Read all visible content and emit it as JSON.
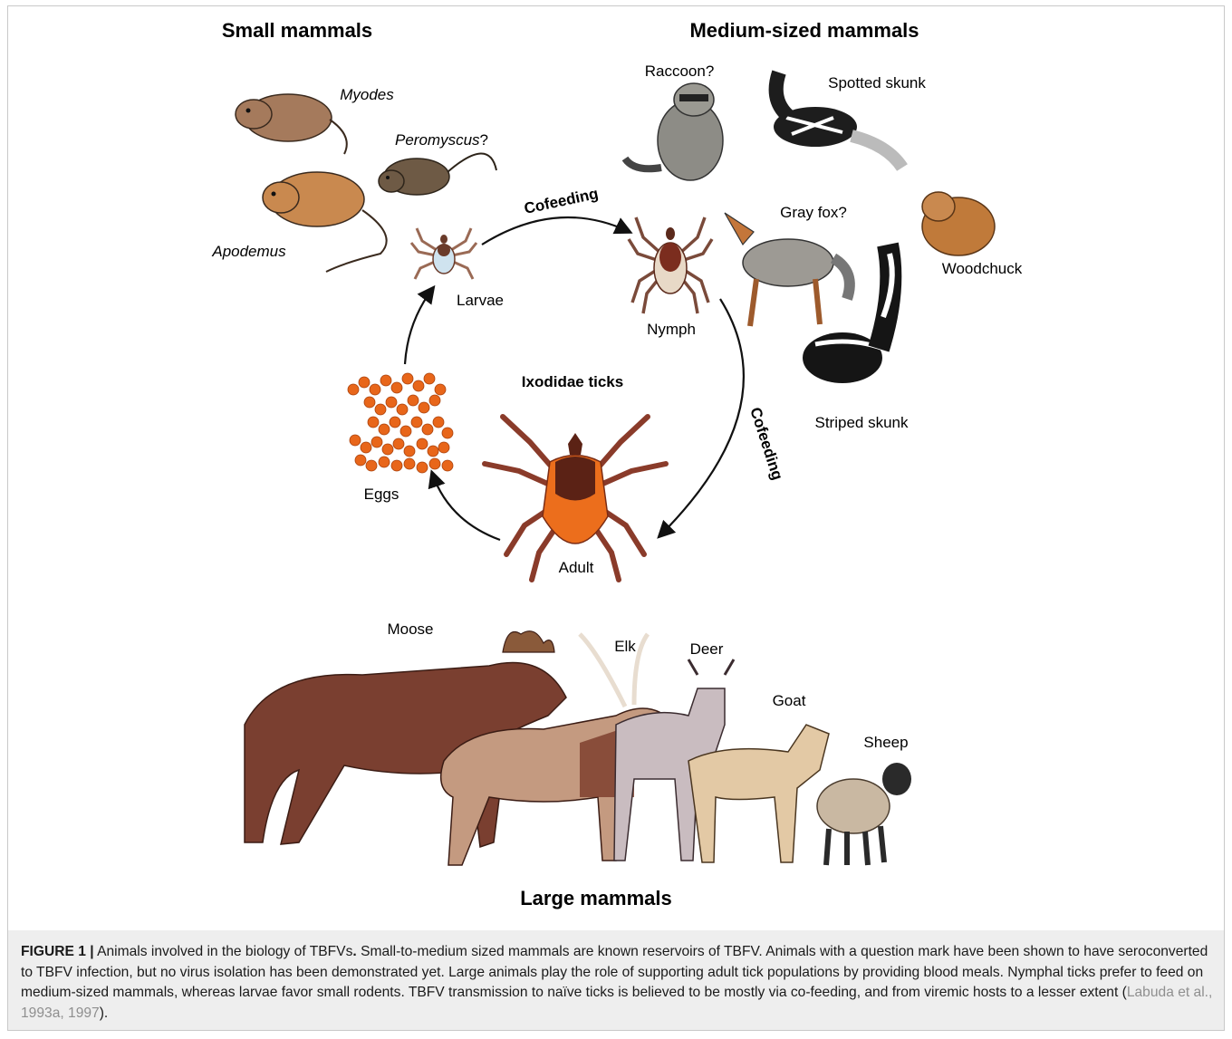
{
  "sections": {
    "small": "Small mammals",
    "medium": "Medium-sized mammals",
    "large": "Large mammals"
  },
  "center_title": "Ixodidae ticks",
  "stages": {
    "larvae": "Larvae",
    "nymph": "Nymph",
    "adult": "Adult",
    "eggs": "Eggs"
  },
  "arrows": {
    "top": "Cofeeding",
    "right": "Cofeeding"
  },
  "small_mammals": {
    "myodes": "Myodes",
    "peromyscus": "Peromyscus",
    "peromyscus_mark": "?",
    "apodemus": "Apodemus"
  },
  "medium_mammals": {
    "raccoon": "Raccoon?",
    "spotted_skunk": "Spotted skunk",
    "gray_fox": "Gray fox?",
    "woodchuck": "Woodchuck",
    "striped_skunk": "Striped skunk"
  },
  "large_mammals": {
    "moose": "Moose",
    "elk": "Elk",
    "deer": "Deer",
    "goat": "Goat",
    "sheep": "Sheep"
  },
  "caption": {
    "label": "FIGURE 1 |",
    "title": "Animals involved in the biology of TBFVs",
    "title_end": ".",
    "body": "Small-to-medium sized mammals are known reservoirs of TBFV. Animals with a question mark have been shown to have seroconverted to TBFV infection, but no virus isolation has been demonstrated yet. Large animals play the role of supporting adult tick populations by providing blood meals. Nymphal ticks prefer to feed on medium-sized mammals, whereas larvae favor small rodents. TBFV transmission to naïve ticks is believed to be mostly via co-feeding, and from viremic hosts to a lesser extent (",
    "ref": "Labuda et al., 1993a, 1997",
    "end": ")."
  }
}
